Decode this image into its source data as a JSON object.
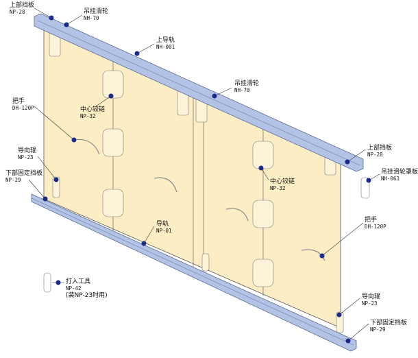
{
  "colors": {
    "door": "#fdedc4",
    "rail": "#b3c3e6",
    "rail_stroke": "#5a6a90",
    "dot": "#1a2a8c",
    "line": "#333333"
  },
  "callouts": [
    {
      "name": "上部挡板",
      "code": "NP-28"
    },
    {
      "name": "吊挂滑轮",
      "code": "NH-70"
    },
    {
      "name": "上导轨",
      "code": "NH-001"
    },
    {
      "name": "吊挂滑轮",
      "code": "NH-70"
    },
    {
      "name": "把手",
      "code": "DH-120P"
    },
    {
      "name": "中心铰链",
      "code": "NP-32"
    },
    {
      "name": "导向辊",
      "code": "NP-23"
    },
    {
      "name": "下部固定挡板",
      "code": "NP-29"
    },
    {
      "name": "上部挡板",
      "code": "NP-28"
    },
    {
      "name": "吊挂滑轮罩板",
      "code": "NH-061"
    },
    {
      "name": "中心铰链",
      "code": "NP-32"
    },
    {
      "name": "把手",
      "code": "DH-120P"
    },
    {
      "name": "导向辊",
      "code": "NP-23"
    },
    {
      "name": "下部固定挡板",
      "code": "NP-29"
    },
    {
      "name": "导轨",
      "code": "NP-01"
    },
    {
      "name": "打入工具",
      "code": "NP-42",
      "note": "(装NP-23时用)"
    }
  ]
}
